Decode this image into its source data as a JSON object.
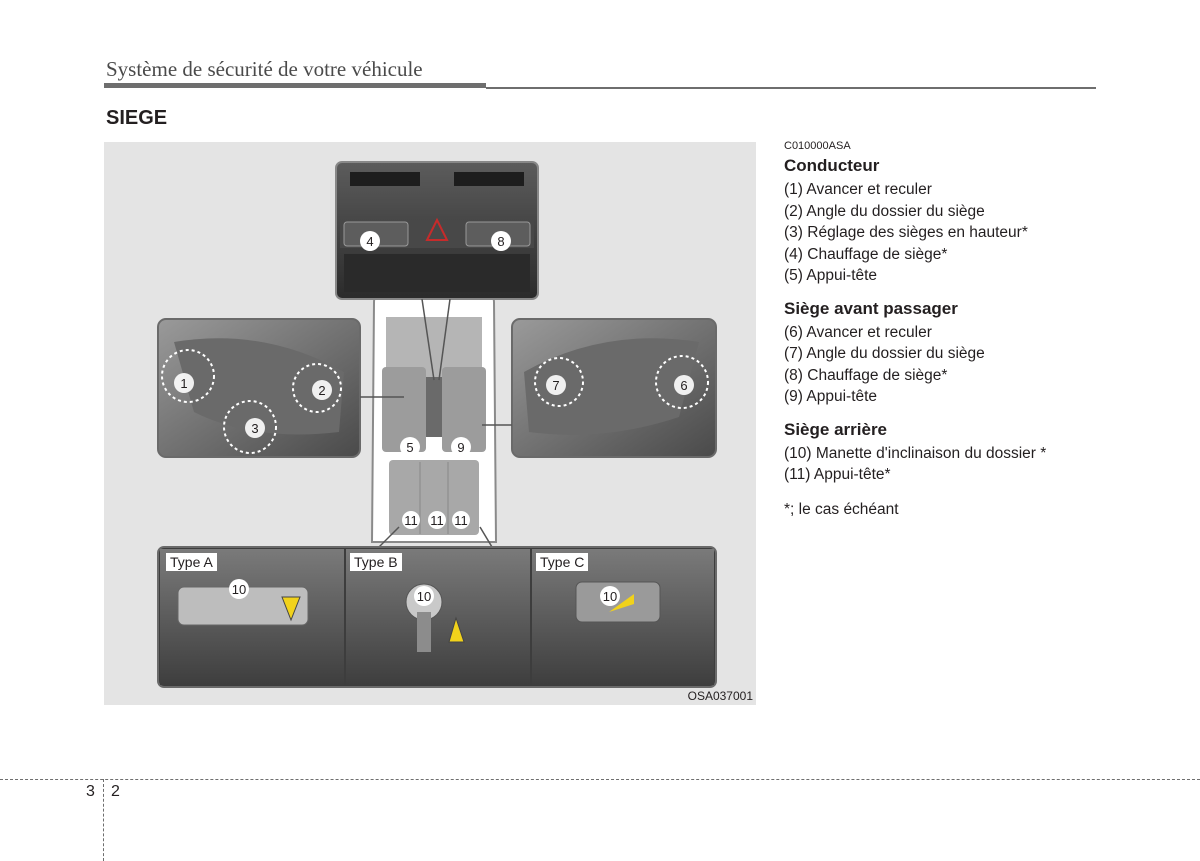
{
  "header": {
    "title": "Système de sécurité de votre véhicule"
  },
  "section_title": "SIEGE",
  "figure": {
    "code": "OSA037001",
    "type_labels": [
      "Type A",
      "Type B",
      "Type C"
    ],
    "callouts": [
      "1",
      "2",
      "3",
      "4",
      "5",
      "6",
      "7",
      "8",
      "9",
      "10",
      "11"
    ]
  },
  "text": {
    "doc_code": "C010000ASA",
    "conducteur": {
      "heading": "Conducteur",
      "items": [
        "(1) Avancer et reculer",
        "(2) Angle du dossier du siège",
        "(3) Réglage des sièges en hauteur*",
        "(4) Chauffage de siège*",
        "(5) Appui-tête"
      ]
    },
    "passager": {
      "heading": "Siège avant passager",
      "items": [
        "(6) Avancer et reculer",
        "(7) Angle du dossier du siège",
        "(8) Chauffage de siège*",
        "(9) Appui-tête"
      ]
    },
    "arriere": {
      "heading": "Siège arrière",
      "items": [
        "(10) Manette d'inclinaison du dossier *",
        "(11) Appui-tête*"
      ]
    },
    "note": "*; le cas échéant"
  },
  "footer": {
    "chapter": "3",
    "page": "2"
  }
}
